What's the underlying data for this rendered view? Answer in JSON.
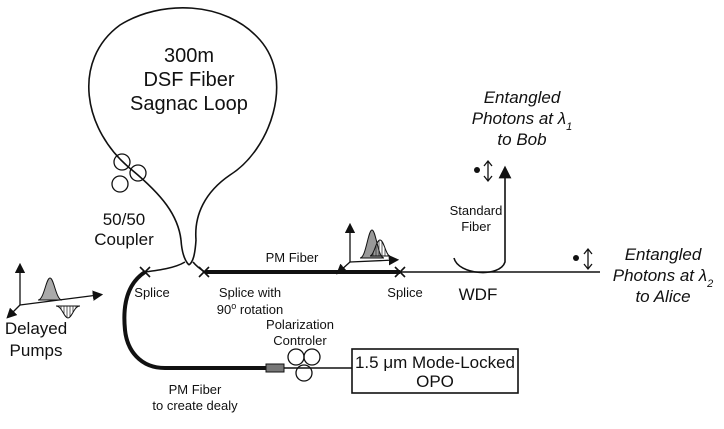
{
  "loop": {
    "line1": "300m",
    "line2": "DSF Fiber",
    "line3": "Sagnac Loop"
  },
  "coupler": {
    "line1": "50/50",
    "line2": "Coupler"
  },
  "splice_left": "Splice",
  "splice_rot": {
    "line1": "Splice with",
    "line2_prefix": "90",
    "line2_sup": "o",
    "line2_suffix": " rotation"
  },
  "splice_right": "Splice",
  "pm_fiber_top": "PM Fiber",
  "wdf": "WDF",
  "standard_fiber": {
    "line1": "Standard",
    "line2": "Fiber"
  },
  "bob": {
    "line1": "Entangled",
    "line2_prefix": "Photons at ",
    "line2_sym": "λ",
    "line2_sub": "1",
    "line3": "to Bob"
  },
  "alice": {
    "line1": "Entangled",
    "line2_prefix": "Photons at ",
    "line2_sym": "λ",
    "line2_sub": "2",
    "line3": "to Alice"
  },
  "delayed_pumps": {
    "line1": "Delayed",
    "line2": "Pumps"
  },
  "polarization": {
    "line1": "Polarization",
    "line2": "Controler"
  },
  "opo": {
    "line1": "1.5 μm Mode-Locked",
    "line2": "OPO"
  },
  "pm_fiber_bottom": {
    "line1": "PM Fiber",
    "line2": "to create dealy"
  }
}
